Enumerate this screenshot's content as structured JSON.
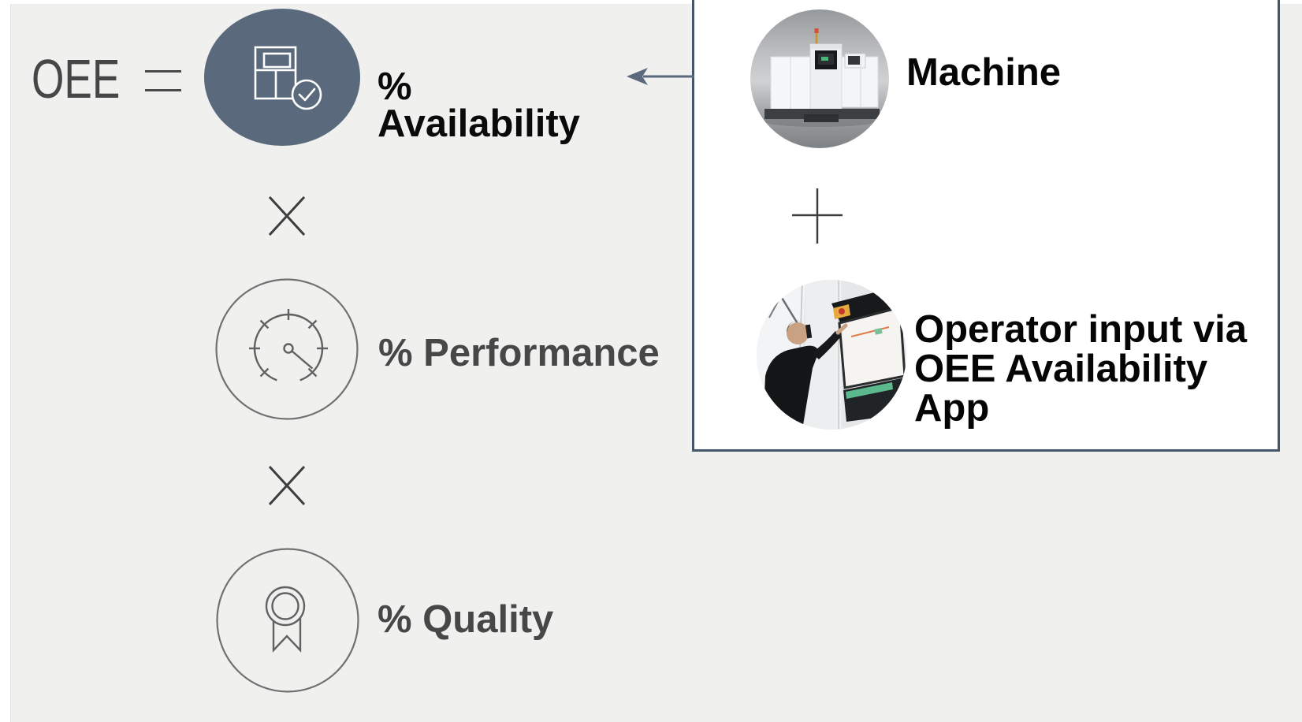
{
  "title": "OEE formula diagram",
  "formula": {
    "result": "OEE",
    "equals_symbol": "=",
    "multiply_symbol": "×",
    "factors": [
      {
        "id": "availability",
        "percent": "%",
        "name": "Availability",
        "icon": "machine-check-icon",
        "badge_style": "filled",
        "badge_color": "#5a6a7c"
      },
      {
        "id": "performance",
        "label": "% Performance",
        "icon": "gauge-icon",
        "badge_style": "outline"
      },
      {
        "id": "quality",
        "label": "% Quality",
        "icon": "award-ribbon-icon",
        "badge_style": "outline"
      }
    ]
  },
  "callout": {
    "plus_symbol": "+",
    "arrow_target": "availability",
    "items": [
      {
        "label": "Machine",
        "image": "industrial-machine-photo"
      },
      {
        "label": "Operator input via OEE Availability App",
        "image": "operator-touchscreen-photo"
      }
    ]
  },
  "colors": {
    "background": "#f0f0ef",
    "accent_slate": "#5a6a7c",
    "callout_border": "#46566a",
    "outline_gray": "#717171",
    "text_black": "#0a0a0a",
    "text_gray": "#474747"
  }
}
